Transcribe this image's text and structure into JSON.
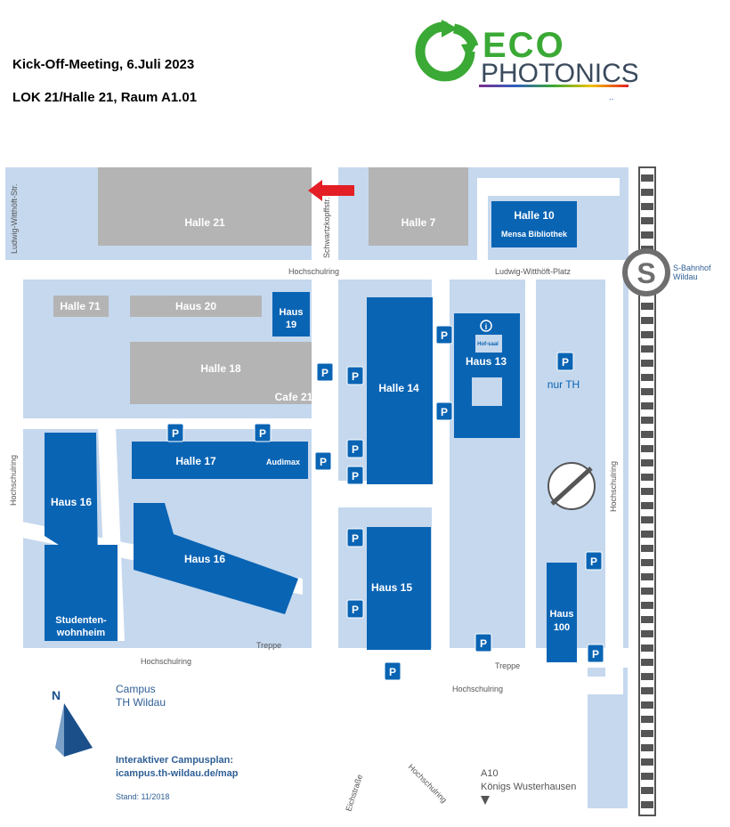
{
  "header": {
    "line1": "Kick-Off-Meeting, 6.Juli 2023",
    "line2": "LOK 21/Halle 21, Raum A1.01"
  },
  "logo": {
    "word1": "ECO",
    "word2": "PHOTONICS",
    "dots": "..",
    "green": "#3aa935",
    "dark": "#3a4a5c"
  },
  "colors": {
    "light_area": "#c5d8ee",
    "building": "#0a64b4",
    "grey_building": "#b4b4b4",
    "road": "#ffffff",
    "text_blue": "#2f5f95",
    "arrow_red": "#e31e24"
  },
  "map": {
    "buildings": {
      "halle21": "Halle 21",
      "halle7": "Halle 7",
      "halle10": "Halle 10",
      "mensa": "Mensa Bibliothek",
      "halle71": "Halle 71",
      "haus20": "Haus 20",
      "haus19_a": "Haus",
      "haus19_b": "19",
      "halle18": "Halle 18",
      "cafe21": "Cafe 21",
      "halle14": "Halle 14",
      "haus13": "Haus 13",
      "hof": "Hof-saal",
      "nurth": "nur TH",
      "halle17": "Halle 17",
      "audimax": "Audimax",
      "haus16a": "Haus 16",
      "haus16b": "Haus 16",
      "haus15": "Haus 15",
      "haus100_a": "Haus",
      "haus100_b": "100",
      "stud_a": "Studenten-",
      "stud_b": "wohnheim"
    },
    "streets": {
      "ludwig_v": "Ludwig-Witthöft-Str.",
      "schwartz": "Schwartzkopffstr.",
      "hochschulring_top": "Hochschulring",
      "ludwig_platz": "Ludwig-Witthöft-Platz",
      "hochschulring_left": "Hochschulring",
      "hochschulring_right": "Hochschulring",
      "hochschulring_bottom_left": "Hochschulring",
      "hochschulring_bottom_right": "Hochschulring",
      "treppe1": "Treppe",
      "treppe2": "Treppe",
      "eichstrasse": "Eichstraße",
      "hochschulring_diag": "Hochschulring"
    },
    "station": {
      "symbol": "S",
      "line1": "S-Bahnhof",
      "line2": "Wildau"
    },
    "parking": "P",
    "info": "i",
    "compass": "N",
    "legend": {
      "campus": "Campus",
      "th": "TH Wildau",
      "interactive": "Interaktiver Campusplan:",
      "url": "icampus.th-wildau.de/map",
      "stand": "Stand: 11/2018"
    },
    "a10": {
      "line1": "A10",
      "line2": "Königs Wusterhausen"
    }
  }
}
